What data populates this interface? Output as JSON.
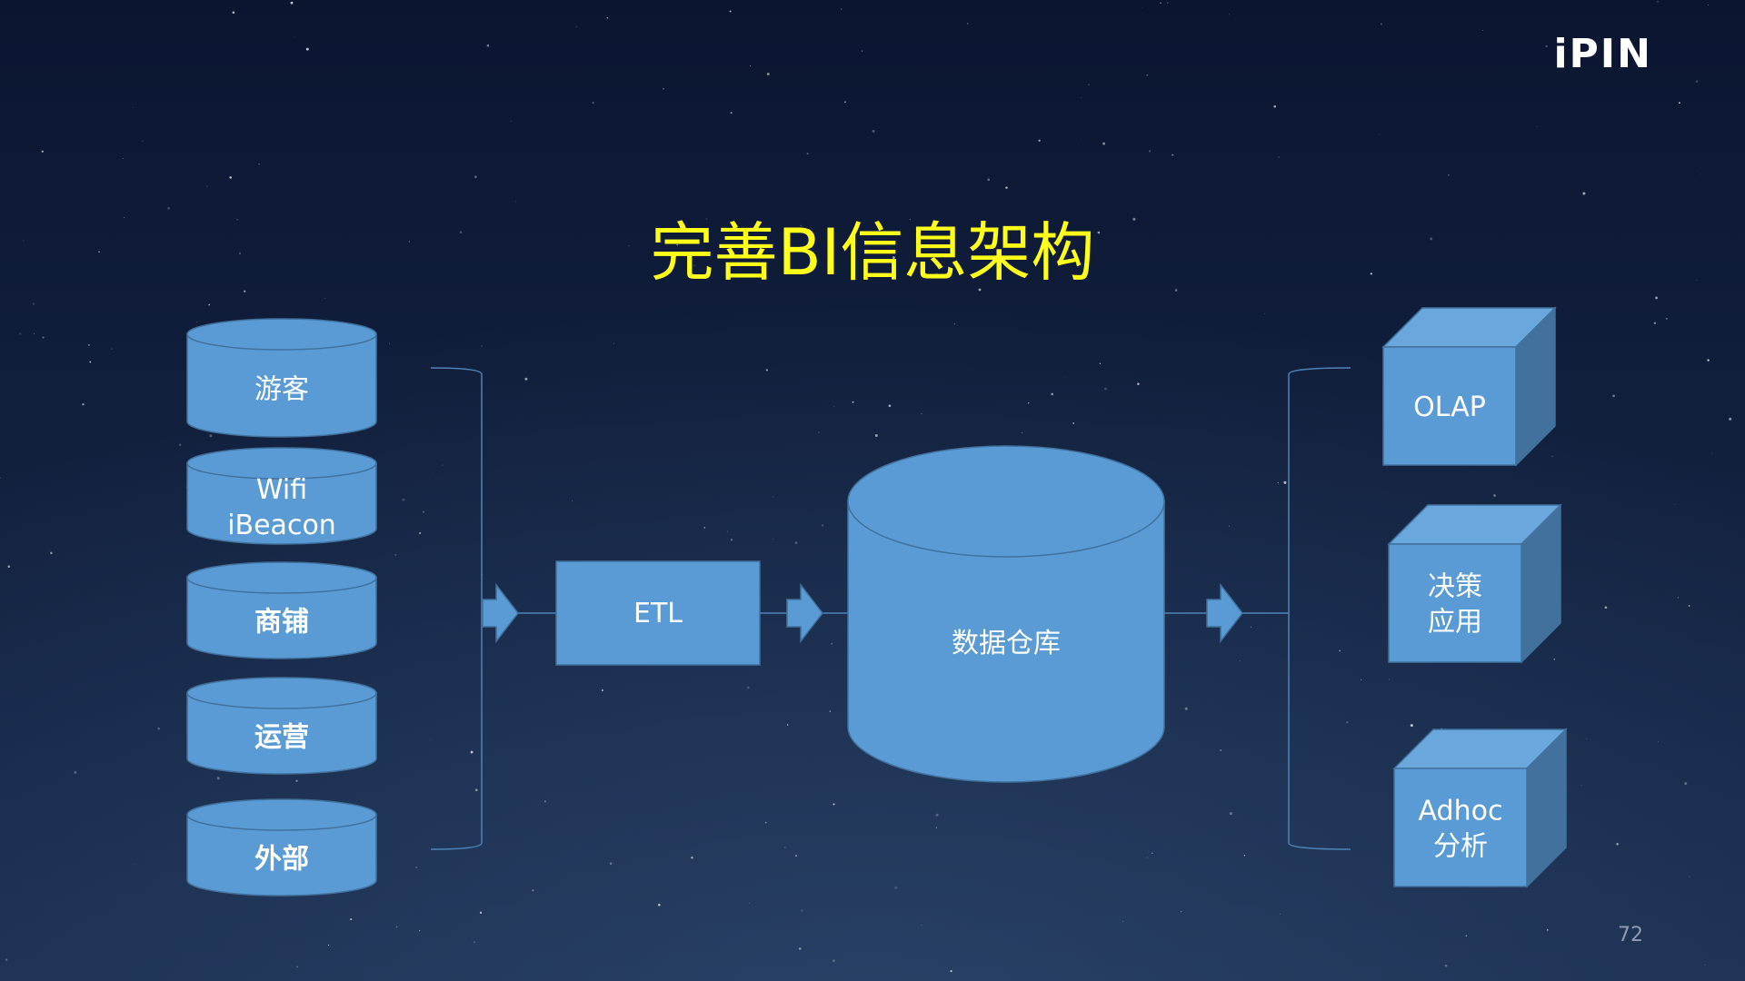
{
  "slide": {
    "brand": "iPIN",
    "title": "完善BI信息架构",
    "page_number": "72"
  },
  "colors": {
    "background_top": "#0b1530",
    "background_bottom": "#1a2d4e",
    "title": "#ffff1a",
    "shape_fill": "#5b9bd5",
    "shape_top": "#6aa7dd",
    "shape_side": "#41719c",
    "shape_edge": "#41719c",
    "connector": "#4f84b8",
    "label": "#ffffff"
  },
  "diagram": {
    "sources": [
      {
        "label": "游客"
      },
      {
        "label": "Wifi\niBeacon"
      },
      {
        "label": "商铺"
      },
      {
        "label": "运营"
      },
      {
        "label": "外部"
      }
    ],
    "etl": {
      "label": "ETL"
    },
    "warehouse": {
      "label": "数据仓库"
    },
    "outputs": [
      {
        "label": "OLAP"
      },
      {
        "label": "决策\n应用"
      },
      {
        "label": "Adhoc\n分析"
      }
    ]
  }
}
